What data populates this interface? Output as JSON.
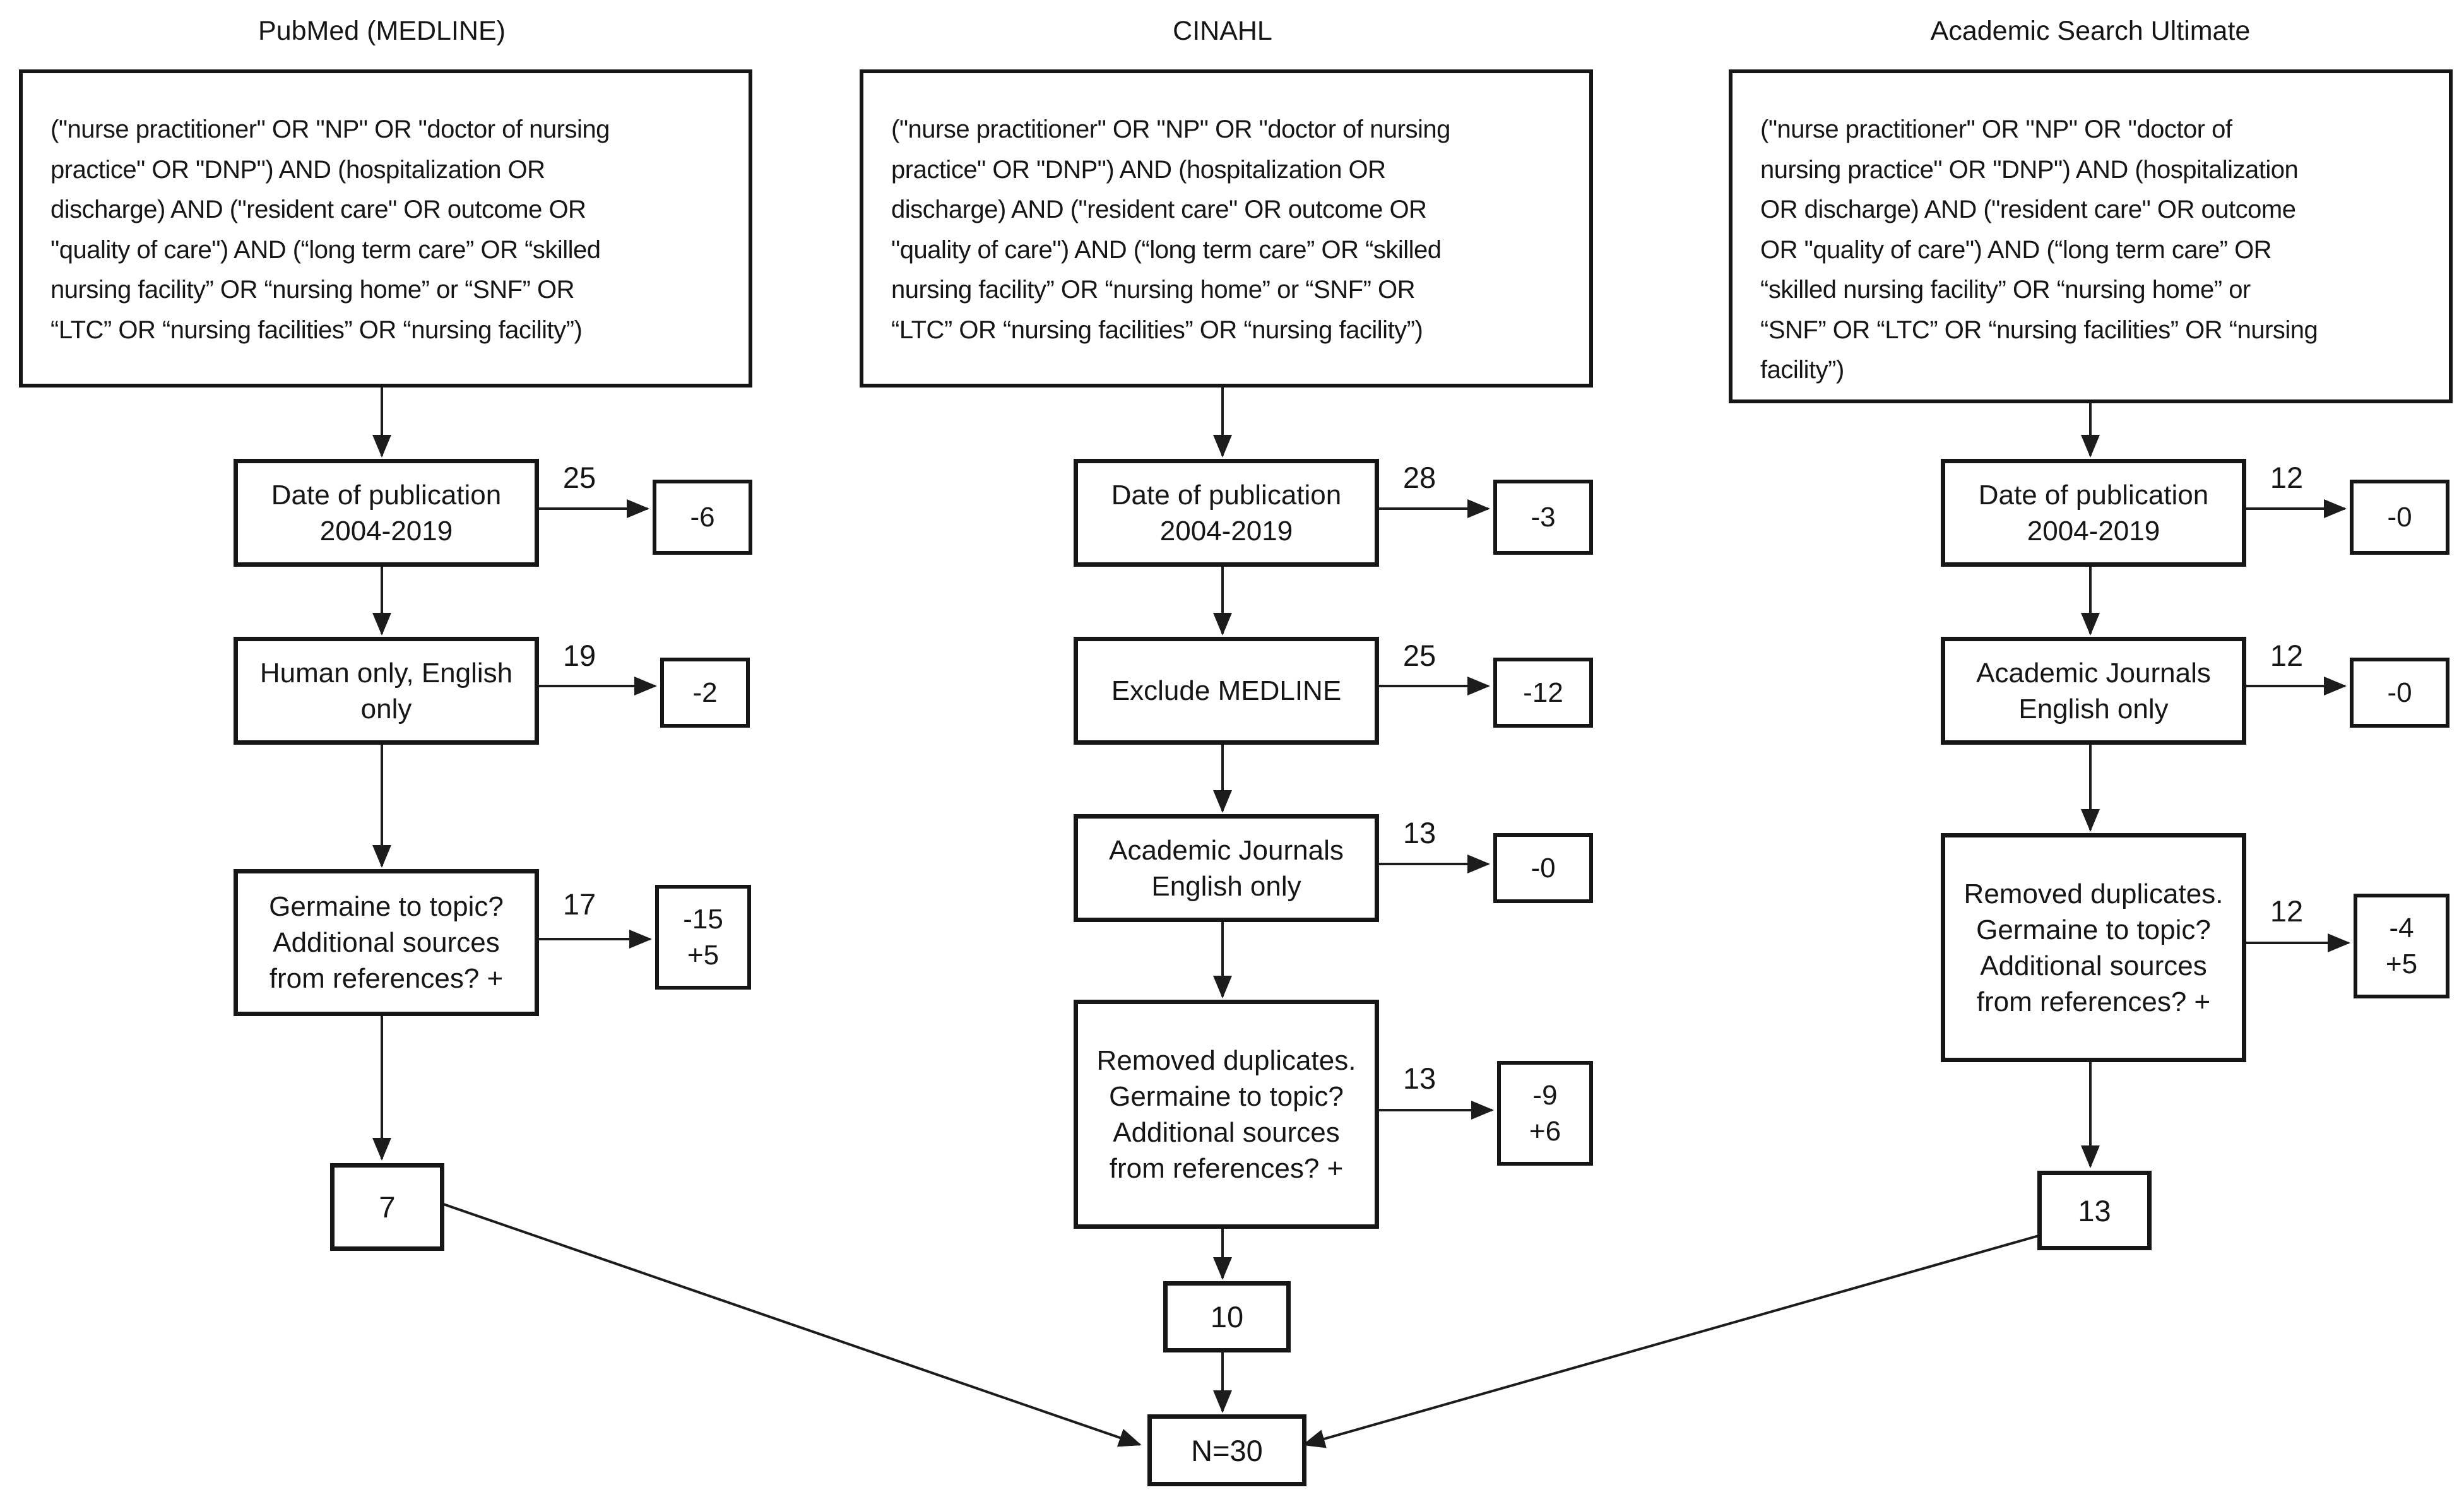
{
  "diagram": {
    "total": "N=30",
    "columns": [
      {
        "title": "PubMed (MEDLINE)",
        "query": "(\"nurse practitioner\" OR \"NP\" OR \"doctor of nursing\npractice\" OR \"DNP\") AND (hospitalization OR\ndischarge) AND (\"resident care\" OR outcome OR\n\"quality of care\") AND (“long term care” OR “skilled\nnursing facility” OR “nursing home” or “SNF” OR\n“LTC” OR “nursing facilities” OR “nursing facility”)",
        "steps": [
          {
            "label": "Date of publication\n2004-2019",
            "count": "25",
            "excluded": "-6"
          },
          {
            "label": "Human only, English\nonly",
            "count": "19",
            "excluded": "-2"
          },
          {
            "label": "Germaine to topic?\nAdditional sources\nfrom references? +",
            "count": "17",
            "excluded": "-15\n+5"
          }
        ],
        "result": "7"
      },
      {
        "title": "CINAHL",
        "query": "(\"nurse practitioner\" OR \"NP\" OR \"doctor of nursing\npractice\" OR \"DNP\") AND (hospitalization OR\ndischarge) AND (\"resident care\" OR outcome OR\n\"quality of care\") AND (“long term care” OR “skilled\nnursing facility” OR “nursing home” or “SNF” OR\n“LTC” OR “nursing facilities” OR “nursing facility”)",
        "steps": [
          {
            "label": "Date of publication\n2004-2019",
            "count": "28",
            "excluded": "-3"
          },
          {
            "label": "Exclude MEDLINE",
            "count": "25",
            "excluded": "-12"
          },
          {
            "label": "Academic Journals\nEnglish only",
            "count": "13",
            "excluded": "-0"
          },
          {
            "label": "Removed duplicates.\nGermaine to topic?\nAdditional sources\nfrom references? +",
            "count": "13",
            "excluded": "-9\n+6"
          }
        ],
        "result": "10"
      },
      {
        "title": "Academic Search Ultimate",
        "query": "(\"nurse practitioner\" OR \"NP\" OR \"doctor of\nnursing practice\" OR \"DNP\") AND (hospitalization\nOR discharge) AND (\"resident care\" OR outcome\nOR \"quality of care\") AND (“long term care” OR\n“skilled nursing facility” OR “nursing home” or\n“SNF” OR “LTC” OR “nursing facilities” OR “nursing\nfacility”)",
        "steps": [
          {
            "label": "Date of publication\n2004-2019",
            "count": "12",
            "excluded": "-0"
          },
          {
            "label": "Academic Journals\nEnglish only",
            "count": "12",
            "excluded": "-0"
          },
          {
            "label": "Removed duplicates.\nGermaine to topic?\nAdditional sources\nfrom references? +",
            "count": "12",
            "excluded": "-4\n+5"
          }
        ],
        "result": "13"
      }
    ]
  }
}
